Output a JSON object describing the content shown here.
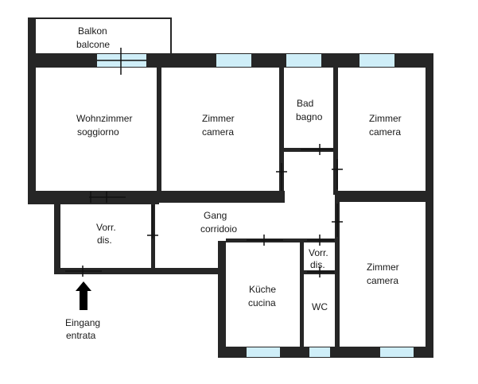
{
  "rooms": {
    "balcony": {
      "line1": "Balkon",
      "line2": "balcone"
    },
    "living": {
      "line1": "Wohnzimmer",
      "line2": "soggiorno"
    },
    "room_top_mid": {
      "line1": "Zimmer",
      "line2": "camera"
    },
    "bath": {
      "line1": "Bad",
      "line2": "bagno"
    },
    "room_top_right": {
      "line1": "Zimmer",
      "line2": "camera"
    },
    "entry_hall": {
      "line1": "Vorr.",
      "line2": "dis."
    },
    "corridor": {
      "line1": "Gang",
      "line2": "corridoio"
    },
    "small_hall": {
      "line1": "Vorr.",
      "line2": "dis."
    },
    "room_bottom_right": {
      "line1": "Zimmer",
      "line2": "camera"
    },
    "kitchen": {
      "line1": "Küche",
      "line2": "cucina"
    },
    "wc": {
      "line1": "WC"
    }
  },
  "entrance": {
    "line1": "Eingang",
    "line2": "entrata"
  },
  "colors": {
    "wall": "#262626",
    "window": "#cfeef8",
    "background": "#ffffff"
  }
}
